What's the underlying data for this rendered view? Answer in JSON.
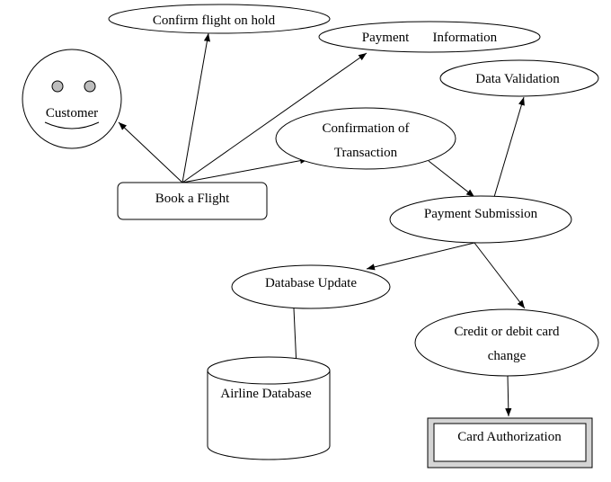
{
  "nodes": {
    "customer": {
      "label": "Customer"
    },
    "book_flight": {
      "label": "Book a Flight"
    },
    "confirm_hold": {
      "label": "Confirm flight on hold"
    },
    "payment_info": {
      "label": "Payment       Information"
    },
    "data_validation": {
      "label": "Data Validation"
    },
    "confirmation_transaction": {
      "line1": "Confirmation of",
      "line2": "Transaction"
    },
    "payment_submission": {
      "label": "Payment Submission"
    },
    "database_update": {
      "label": "Database Update"
    },
    "airline_database": {
      "label": "Airline Database"
    },
    "card_change": {
      "line1": "Credit or debit card",
      "line2": "change"
    },
    "card_authorization": {
      "label": "Card Authorization"
    }
  },
  "edges": [
    {
      "from": "book_flight",
      "to": "customer"
    },
    {
      "from": "book_flight",
      "to": "confirm_hold"
    },
    {
      "from": "book_flight",
      "to": "payment_info"
    },
    {
      "from": "book_flight",
      "to": "confirmation_transaction"
    },
    {
      "from": "confirmation_transaction",
      "to": "payment_submission"
    },
    {
      "from": "payment_submission",
      "to": "data_validation"
    },
    {
      "from": "payment_submission",
      "to": "database_update"
    },
    {
      "from": "payment_submission",
      "to": "card_change"
    },
    {
      "from": "database_update",
      "to": "airline_database"
    },
    {
      "from": "card_change",
      "to": "card_authorization"
    }
  ]
}
